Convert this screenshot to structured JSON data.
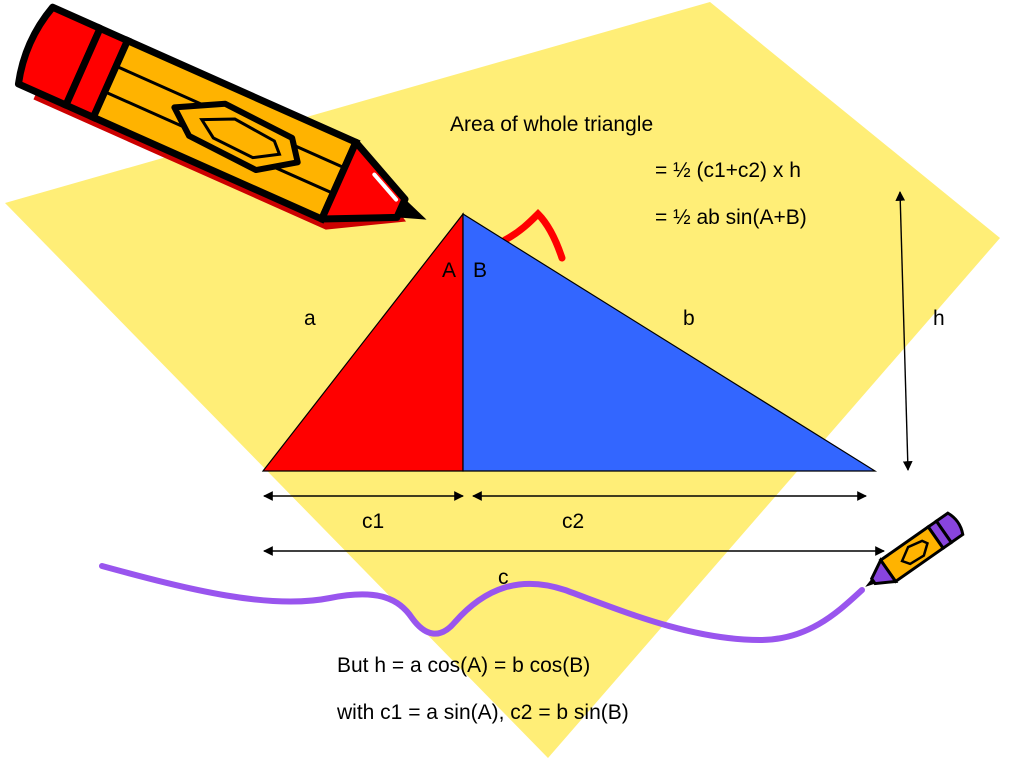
{
  "colors": {
    "background_shape": "#FFEE77",
    "left_triangle": "#FF0000",
    "right_triangle": "#3366FF",
    "wavy_line": "#9955EE",
    "pencil_body": "#FFB300",
    "pencil_tip": "#FF0000",
    "lines": "#000000"
  },
  "labels": {
    "title": "Area of whole triangle",
    "eq1": "= ½ (c1+c2) x h",
    "eq2": "= ½ ab sin(A+B)",
    "angle_a": "A",
    "angle_b": "B",
    "side_a": "a",
    "side_b": "b",
    "height": "h",
    "seg_c1": "c1",
    "seg_c2": "c2",
    "side_c": "c",
    "note1": "But h = a cos(A) = b cos(B)",
    "note2": "with c1 = a sin(A), c2 = b sin(B)"
  },
  "icons": [
    "large-pencil-icon",
    "small-pencil-icon"
  ]
}
